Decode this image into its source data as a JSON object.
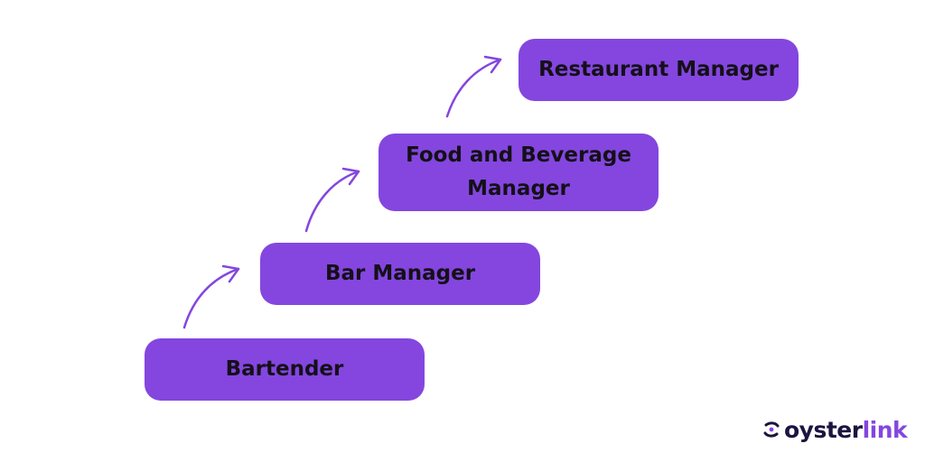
{
  "steps": [
    {
      "label": "Bartender"
    },
    {
      "label": "Bar Manager"
    },
    {
      "label": "Food and Beverage Manager"
    },
    {
      "label": "Restaurant Manager"
    }
  ],
  "logo": {
    "part_a": "oyster",
    "part_b": "link"
  },
  "colors": {
    "box": "#8446df",
    "arrow": "#8446df",
    "text": "#141018",
    "logo_dark": "#1d1440",
    "logo_accent": "#8446df"
  }
}
